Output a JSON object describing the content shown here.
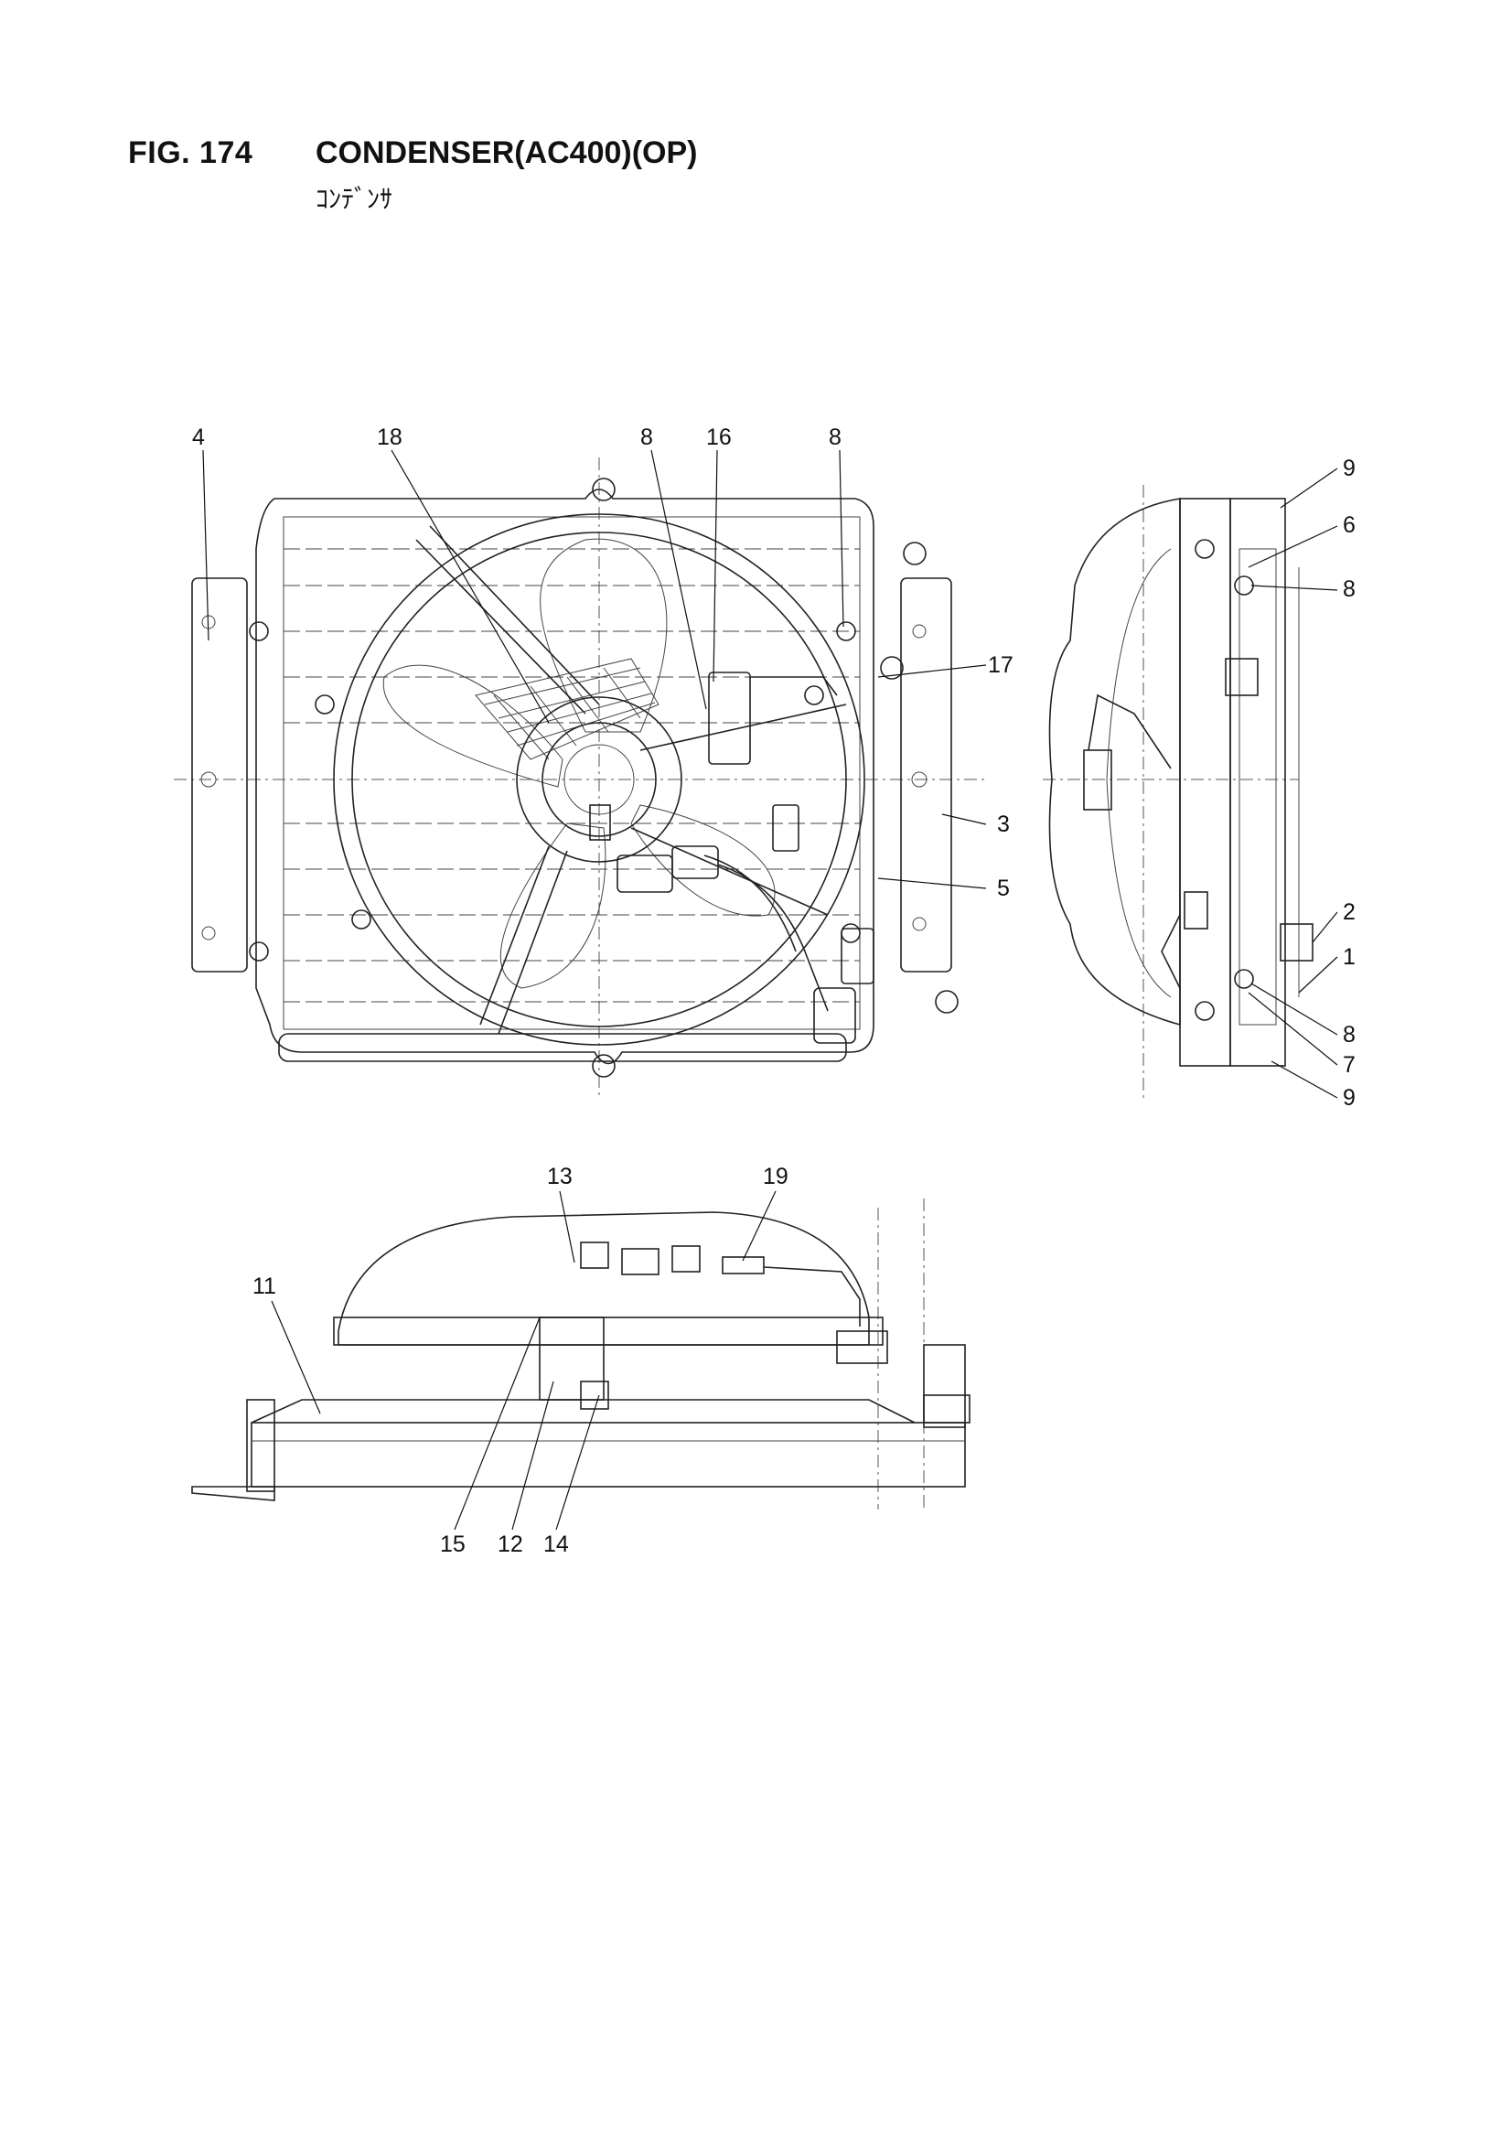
{
  "figure": {
    "number": "FIG. 174",
    "title": "CONDENSER(AC400)(OP)",
    "subtitle": "ｺﾝﾃﾞﾝｻ"
  },
  "callouts": {
    "front_view": [
      "4",
      "18",
      "8",
      "16",
      "8",
      "17",
      "3",
      "5"
    ],
    "side_view": [
      "9",
      "6",
      "8",
      "2",
      "1",
      "8",
      "7",
      "9"
    ],
    "top_view": [
      "13",
      "19",
      "11",
      "15",
      "12",
      "14"
    ]
  }
}
